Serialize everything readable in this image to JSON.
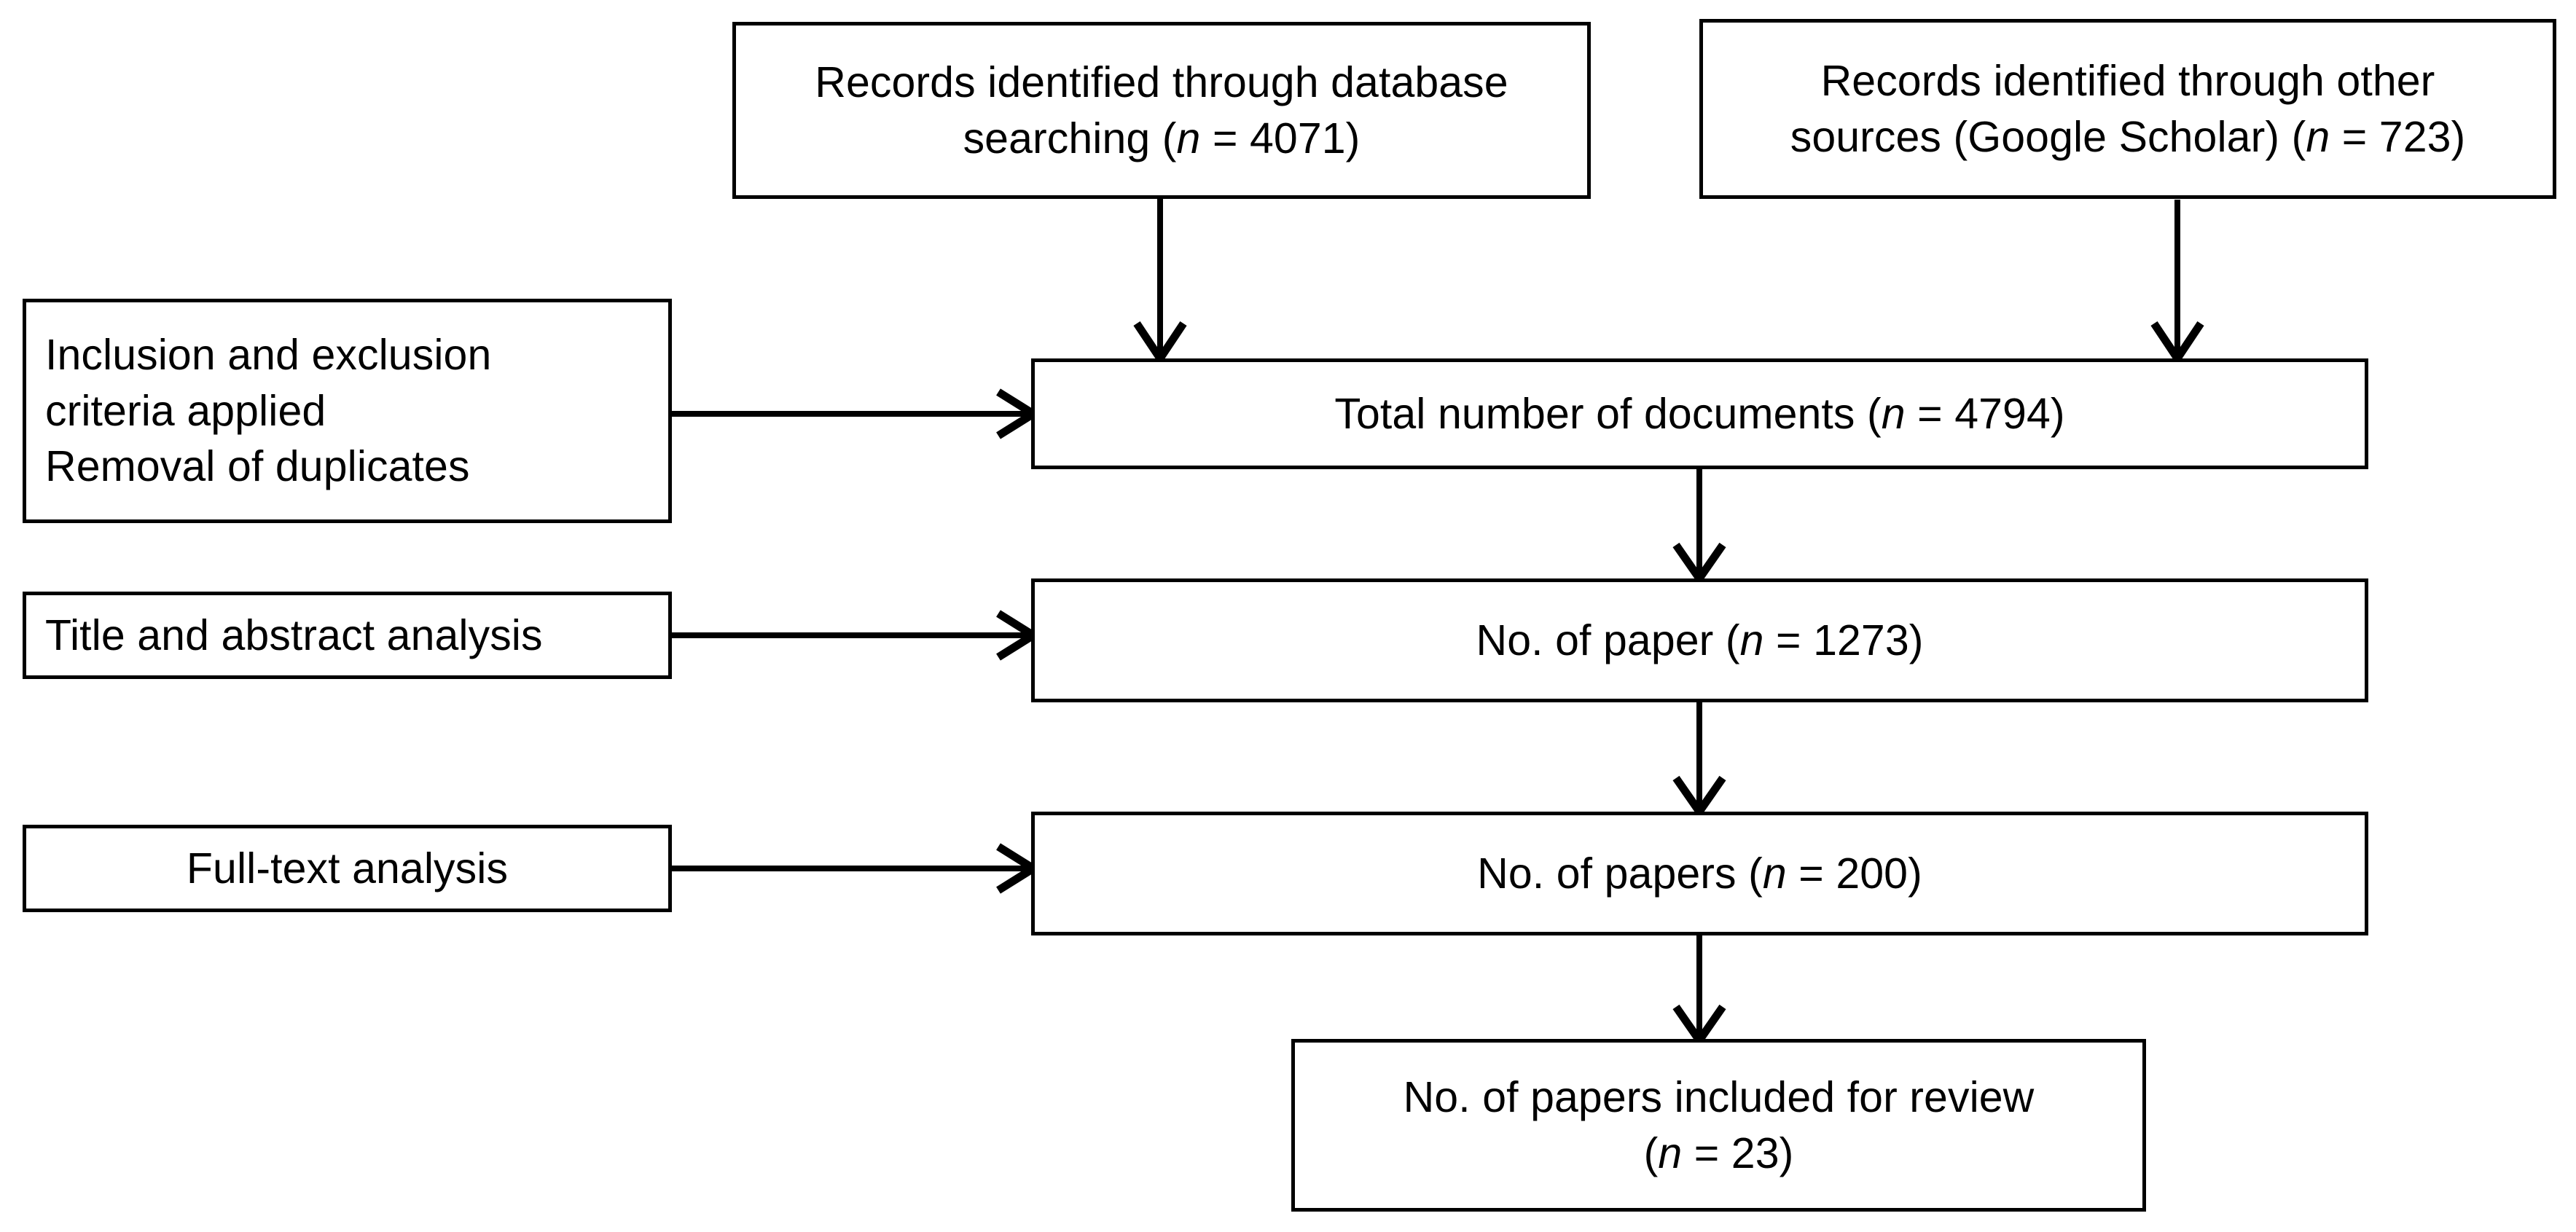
{
  "diagram": {
    "type": "prisma-flow-diagram",
    "title": "Study selection flow",
    "background_color": "#ffffff",
    "line_color": "#000000",
    "text_color": "#000000",
    "nodes": [
      {
        "id": "records-database",
        "role": "identification-source",
        "lines": [
          "Records identified through database",
          "searching (n = 4071)"
        ],
        "count_label": "n = 4071",
        "count_value": 4071,
        "align": "center"
      },
      {
        "id": "records-other-sources",
        "role": "identification-source",
        "lines": [
          "Records identified through other",
          "sources (Google Scholar) (n = 723)"
        ],
        "count_label": "n = 723",
        "count_value": 723,
        "align": "center"
      },
      {
        "id": "inclusion-exclusion-criteria",
        "role": "screening-action",
        "lines": [
          "Inclusion and exclusion",
          "criteria applied",
          "Removal of duplicates"
        ],
        "align": "left"
      },
      {
        "id": "total-documents",
        "role": "stage-count",
        "lines": [
          "Total number of documents (n = 4794)"
        ],
        "count_label": "n = 4794",
        "count_value": 4794,
        "align": "center"
      },
      {
        "id": "title-abstract-analysis",
        "role": "screening-action",
        "lines": [
          "Title and abstract analysis"
        ],
        "align": "left"
      },
      {
        "id": "papers-after-title-abstract",
        "role": "stage-count",
        "lines": [
          "No. of paper (n = 1273)"
        ],
        "count_label": "n = 1273",
        "count_value": 1273,
        "align": "center"
      },
      {
        "id": "full-text-analysis",
        "role": "screening-action",
        "lines": [
          "Full-text analysis"
        ],
        "align": "center"
      },
      {
        "id": "papers-after-full-text",
        "role": "stage-count",
        "lines": [
          "No. of papers (n = 200)"
        ],
        "count_label": "n = 200",
        "count_value": 200,
        "align": "center"
      },
      {
        "id": "papers-included",
        "role": "final-count",
        "lines": [
          "No. of papers included for review",
          "(n = 23)"
        ],
        "count_label": "n = 23",
        "count_value": 23,
        "align": "center"
      }
    ],
    "edges": [
      {
        "from": "records-database",
        "to": "total-documents",
        "direction": "down"
      },
      {
        "from": "records-other-sources",
        "to": "total-documents",
        "direction": "down"
      },
      {
        "from": "inclusion-exclusion-criteria",
        "to": "total-documents",
        "direction": "right"
      },
      {
        "from": "total-documents",
        "to": "papers-after-title-abstract",
        "direction": "down"
      },
      {
        "from": "title-abstract-analysis",
        "to": "papers-after-title-abstract",
        "direction": "right"
      },
      {
        "from": "papers-after-title-abstract",
        "to": "papers-after-full-text",
        "direction": "down"
      },
      {
        "from": "full-text-analysis",
        "to": "papers-after-full-text",
        "direction": "right"
      },
      {
        "from": "papers-after-full-text",
        "to": "papers-included",
        "direction": "down"
      }
    ]
  },
  "text": {
    "records_database_l1": "Records identified through database",
    "records_database_l2_pre": "searching (",
    "records_database_l2_n": "n",
    "records_database_l2_post": " = 4071)",
    "records_other_l1": "Records identified through other",
    "records_other_l2_pre": "sources (Google Scholar) (",
    "records_other_l2_n": "n",
    "records_other_l2_post": " = 723)",
    "criteria_l1": "Inclusion and exclusion",
    "criteria_l2": "criteria applied",
    "criteria_l3": "Removal of duplicates",
    "total_documents_pre": "Total number of documents (",
    "total_documents_n": "n",
    "total_documents_post": " = 4794)",
    "title_abstract": "Title and abstract analysis",
    "no_of_paper_pre": "No. of paper (",
    "no_of_paper_n": "n",
    "no_of_paper_post": " = 1273)",
    "full_text": "Full-text analysis",
    "no_of_papers_pre": "No. of papers (",
    "no_of_papers_n": "n",
    "no_of_papers_post": " = 200)",
    "included_l1": "No. of papers included for review",
    "included_l2_pre": "(",
    "included_l2_n": "n",
    "included_l2_post": " = 23)"
  }
}
